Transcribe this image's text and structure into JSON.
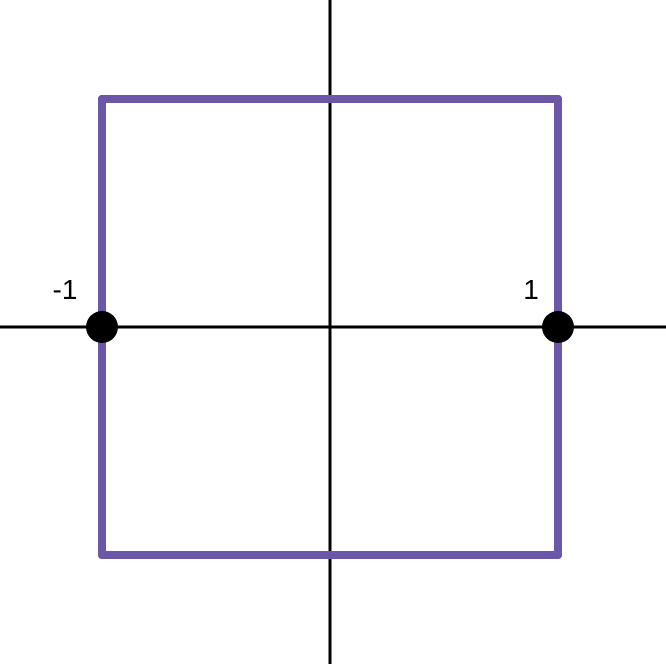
{
  "diagram": {
    "colors": {
      "square": "#6b56a8",
      "axes": "#000000",
      "points": "#000000",
      "background": "#ffffff"
    },
    "square": {
      "x_min": -1,
      "x_max": 1,
      "y_min": -1,
      "y_max": 1
    },
    "points": [
      {
        "label": "-1",
        "x": -1,
        "y": 0
      },
      {
        "label": "1",
        "x": 1,
        "y": 0
      }
    ]
  }
}
